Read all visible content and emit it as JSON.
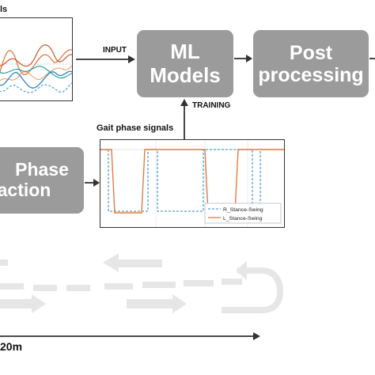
{
  "top_label_fragment": "ls",
  "input_label": "INPUT",
  "training_label": "TRAINING",
  "ml_models": {
    "line1": "ML",
    "line2": "Models"
  },
  "post_processing": {
    "line1": "Post",
    "line2": "processing"
  },
  "phase_extraction": {
    "line1": "Phase",
    "line2": "traction"
  },
  "gait_phase_title": "Gait phase signals",
  "legend": {
    "r_label": "R_Stance-Swing",
    "l_label": "L_Stance-Swing"
  },
  "distance_label": "20m",
  "colors": {
    "box_fill": "#9b9b9b",
    "r_stance_swing": "#4aa3d6",
    "l_stance_swing": "#e07b45",
    "arrow": "#333333",
    "walkway_arrows": "#e6e6e6"
  },
  "icons": {
    "flow_arrows": "right-arrow",
    "walkway": "direction-arrows"
  }
}
